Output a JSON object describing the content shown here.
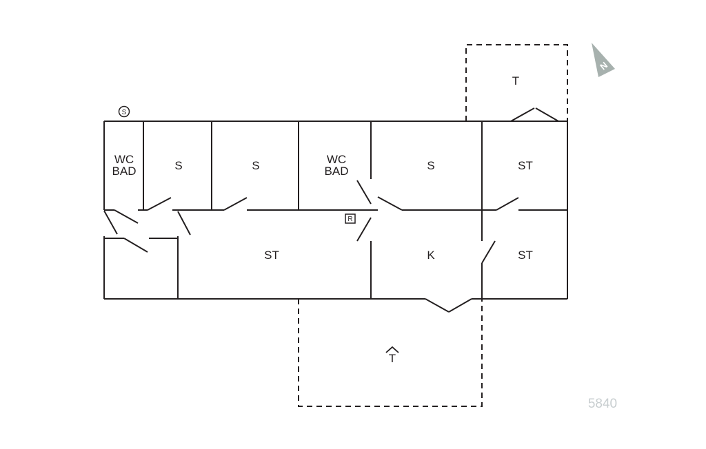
{
  "rooms": [
    {
      "id": "wc-bad-1",
      "line1": "WC",
      "line2": "BAD"
    },
    {
      "id": "s-1",
      "label": "S"
    },
    {
      "id": "s-2",
      "label": "S"
    },
    {
      "id": "wc-bad-2",
      "line1": "WC",
      "line2": "BAD"
    },
    {
      "id": "s-3",
      "label": "S"
    },
    {
      "id": "st-top-right",
      "label": "ST"
    },
    {
      "id": "st-main",
      "label": "ST"
    },
    {
      "id": "k",
      "label": "K"
    },
    {
      "id": "st-bottom-right",
      "label": "ST"
    },
    {
      "id": "terrace-top",
      "label": "T"
    },
    {
      "id": "terrace-bottom",
      "label": "T"
    }
  ],
  "symbols": {
    "s_symbol": "S",
    "r_symbol": "R"
  },
  "compass": {
    "label": "N",
    "color": "#a7b1ae"
  },
  "code": {
    "text": "5840",
    "color": "#c8ced0"
  },
  "colors": {
    "line": "#231f20",
    "background": "#ffffff"
  }
}
